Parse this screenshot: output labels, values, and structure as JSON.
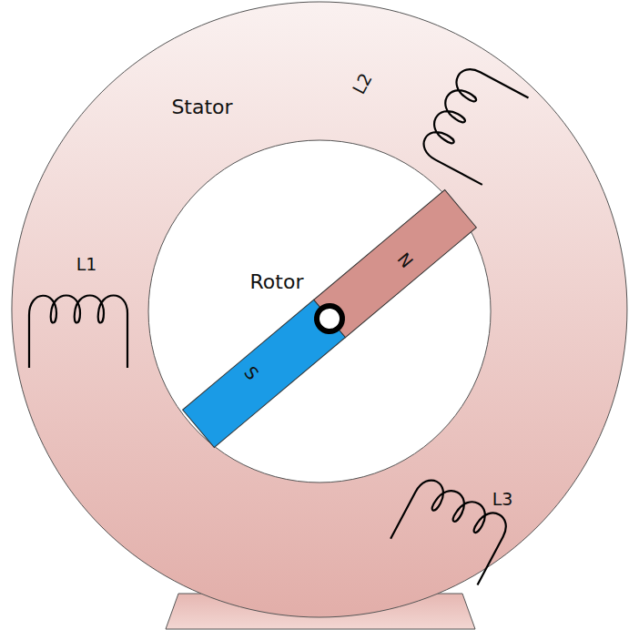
{
  "diagram": {
    "labels": [
      "Stator",
      "L2",
      "L1",
      "Rotor",
      "N",
      "S",
      "L3"
    ]
  }
}
